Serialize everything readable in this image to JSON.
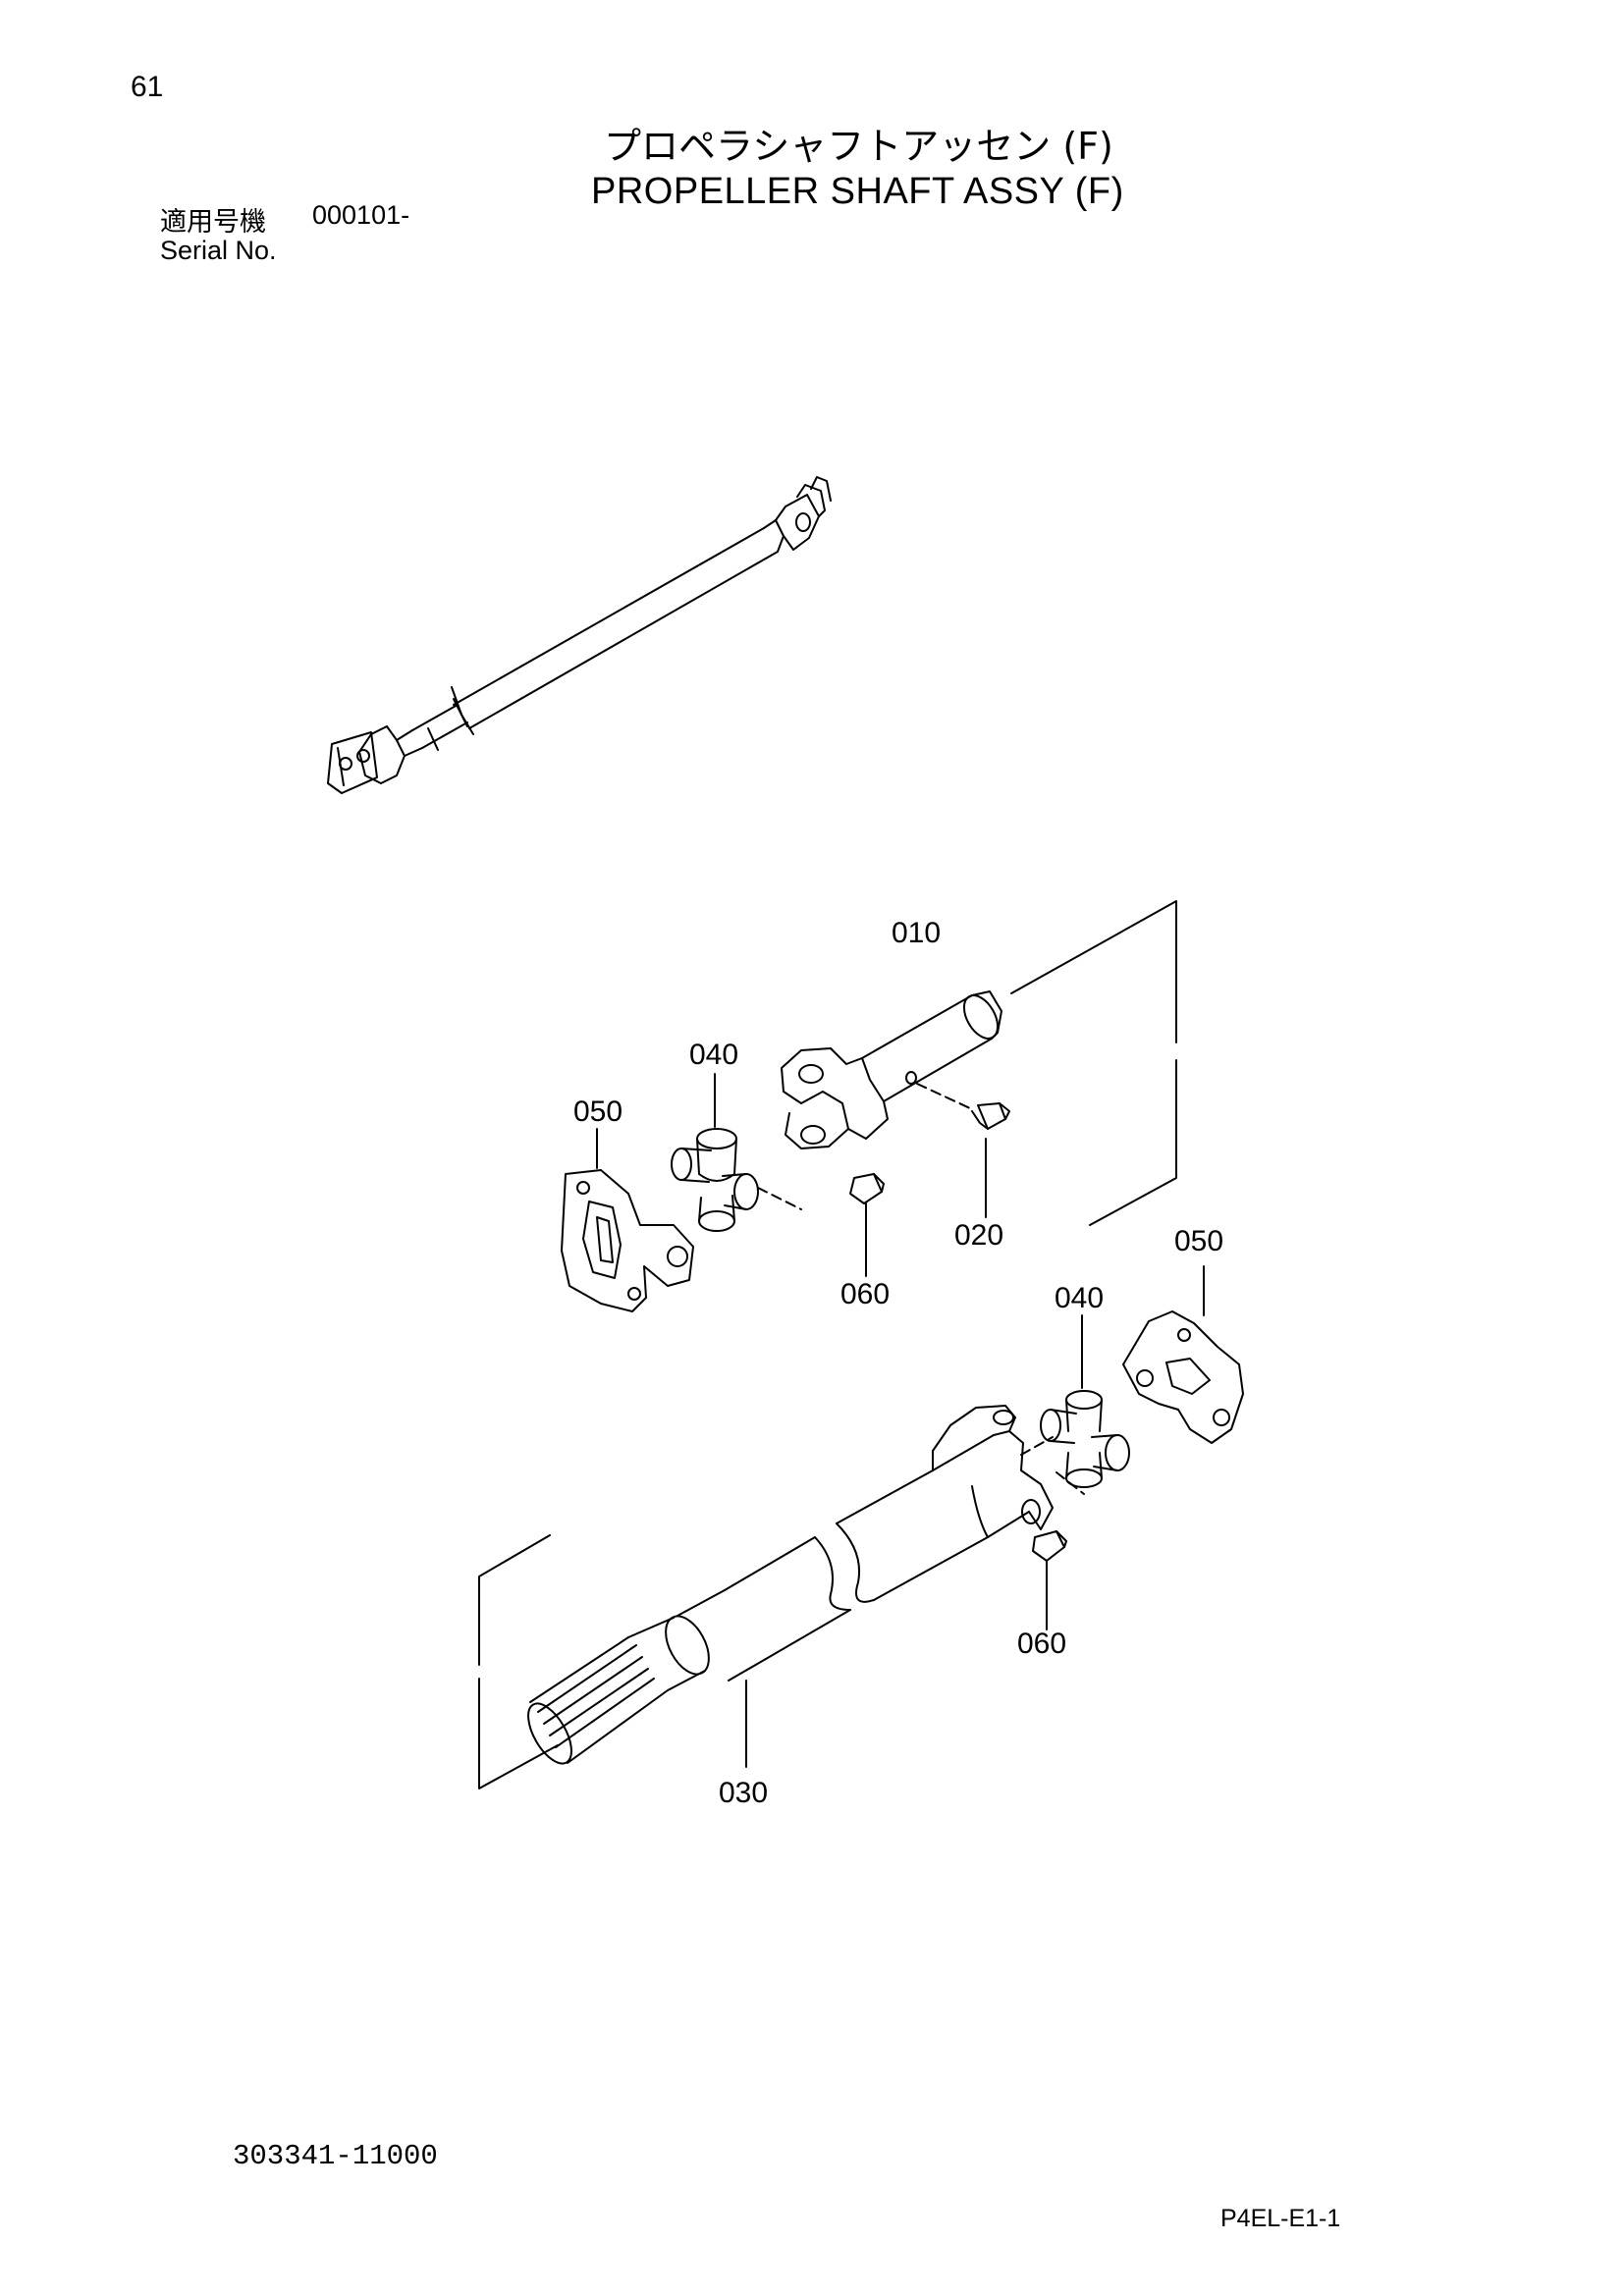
{
  "header": {
    "page_number": "61",
    "title_jp": "プロペラシャフトアッセン (F)",
    "title_en": "PROPELLER SHAFT ASSY (F)",
    "serial_label_jp": "適用号機",
    "serial_value": "000101-",
    "serial_label_en": "Serial No."
  },
  "callouts": {
    "c010": "010",
    "c040_upper": "040",
    "c050_upper": "050",
    "c020": "020",
    "c060_upper": "060",
    "c050_lower": "050",
    "c040_lower": "040",
    "c060_lower": "060",
    "c030": "030"
  },
  "footer": {
    "part_number": "303341-11000",
    "page_code": "P4EL-E1-1"
  }
}
